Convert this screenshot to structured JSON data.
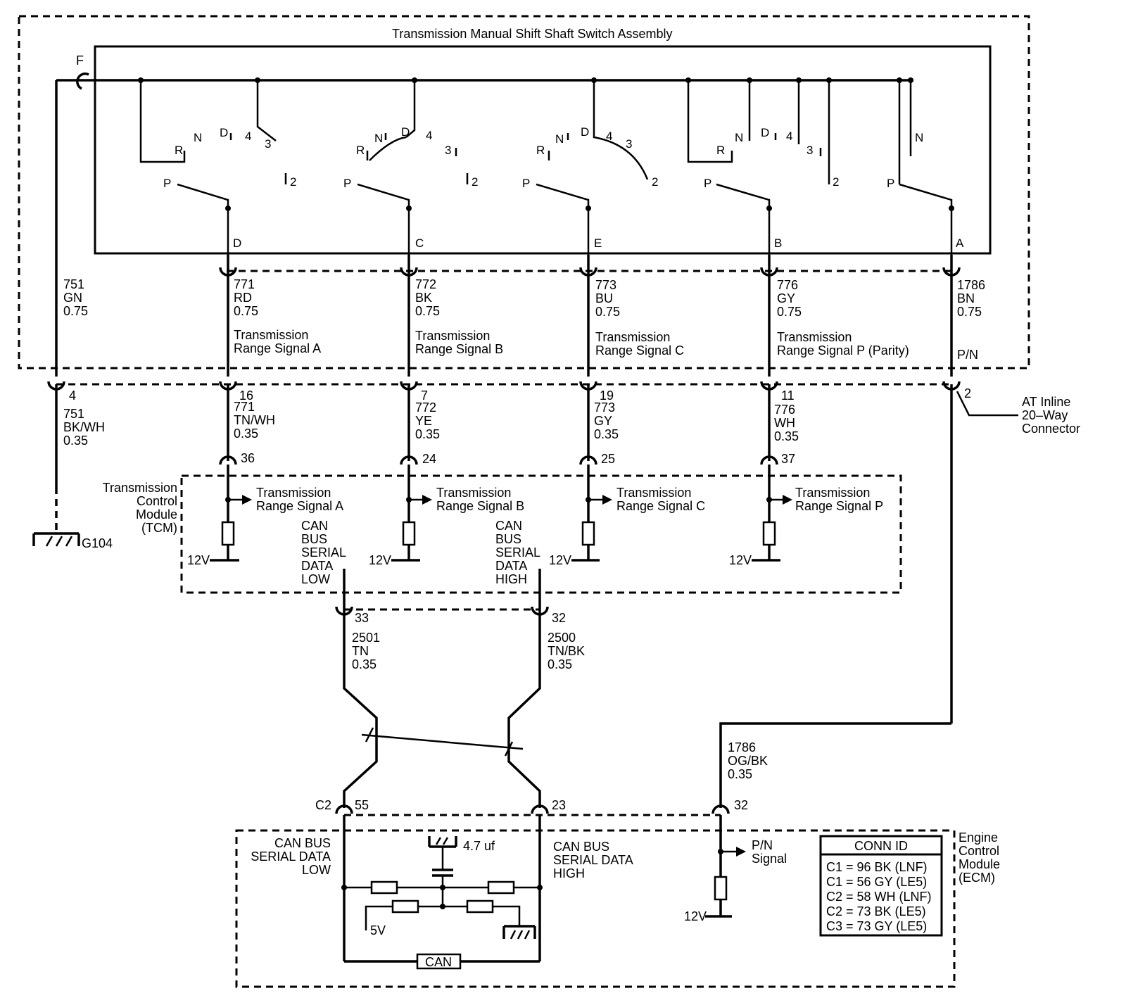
{
  "switch_assembly": {
    "title": "Transmission Manual Shift Shaft Switch Assembly",
    "feed_terminal": "F",
    "positions": {
      "p": "P",
      "r": "R",
      "n": "N",
      "d": "D",
      "four": "4",
      "three": "3",
      "two": "2"
    },
    "terminals": [
      "D",
      "C",
      "E",
      "B",
      "A"
    ]
  },
  "wires_top": [
    {
      "circuit": "751",
      "color": "GN",
      "gauge": "0.75"
    },
    {
      "circuit": "771",
      "color": "RD",
      "gauge": "0.75",
      "signal_line1": "Transmission",
      "signal_line2": "Range Signal A"
    },
    {
      "circuit": "772",
      "color": "BK",
      "gauge": "0.75",
      "signal_line1": "Transmission",
      "signal_line2": "Range Signal B"
    },
    {
      "circuit": "773",
      "color": "BU",
      "gauge": "0.75",
      "signal_line1": "Transmission",
      "signal_line2": "Range Signal C"
    },
    {
      "circuit": "776",
      "color": "GY",
      "gauge": "0.75",
      "signal_line1": "Transmission",
      "signal_line2": "Range Signal P (Parity)"
    },
    {
      "circuit": "1786",
      "color": "BN",
      "gauge": "0.75",
      "signal_line1": "P/N"
    }
  ],
  "inline_connector": {
    "label_line1": "AT Inline",
    "label_line2": "20–Way",
    "label_line3": "Connector",
    "pins": [
      "4",
      "16",
      "7",
      "19",
      "11",
      "2"
    ]
  },
  "wires_mid": [
    {
      "circuit": "751",
      "color": "BK/WH",
      "gauge": "0.35"
    },
    {
      "circuit": "771",
      "color": "TN/WH",
      "gauge": "0.35"
    },
    {
      "circuit": "772",
      "color": "YE",
      "gauge": "0.35"
    },
    {
      "circuit": "773",
      "color": "GY",
      "gauge": "0.35"
    },
    {
      "circuit": "776",
      "color": "WH",
      "gauge": "0.35"
    }
  ],
  "ground": {
    "label": "G104"
  },
  "tcm": {
    "name_line1": "Transmission",
    "name_line2": "Control",
    "name_line3": "Module",
    "name_line4": "(TCM)",
    "pins": [
      "36",
      "24",
      "25",
      "37"
    ],
    "signals": [
      {
        "line1": "Transmission",
        "line2": "Range Signal A"
      },
      {
        "line1": "Transmission",
        "line2": "Range Signal B"
      },
      {
        "line1": "Transmission",
        "line2": "Range Signal C"
      },
      {
        "line1": "Transmission",
        "line2": "Range Signal P"
      }
    ],
    "supply": "12V",
    "can_low": [
      "CAN",
      "BUS",
      "SERIAL",
      "DATA",
      "LOW"
    ],
    "can_high": [
      "CAN",
      "BUS",
      "SERIAL",
      "DATA",
      "HIGH"
    ],
    "can_low_pin": "33",
    "can_high_pin": "32"
  },
  "can_wires": [
    {
      "circuit": "2501",
      "color": "TN",
      "gauge": "0.35"
    },
    {
      "circuit": "2500",
      "color": "TN/BK",
      "gauge": "0.35"
    }
  ],
  "pn_wire": {
    "circuit": "1786",
    "color": "OG/BK",
    "gauge": "0.35"
  },
  "ecm": {
    "name_line1": "Engine",
    "name_line2": "Control",
    "name_line3": "Module",
    "name_line4": "(ECM)",
    "connector": "C2",
    "pins": [
      "55",
      "23",
      "32"
    ],
    "can_low_line1": "CAN BUS",
    "can_low_line2": "SERIAL DATA",
    "can_low_line3": "LOW",
    "can_high_line1": "CAN BUS",
    "can_high_line2": "SERIAL DATA",
    "can_high_line3": "HIGH",
    "capacitor": "4.7 uf",
    "supply_5v": "5V",
    "can_block": "CAN",
    "pn_signal_line1": "P/N",
    "pn_signal_line2": "Signal",
    "supply": "12V"
  },
  "conn_id": {
    "title": "CONN ID",
    "rows": [
      "C1 = 96 BK (LNF)",
      "C1 = 56 GY (LE5)",
      "C2 = 58 WH (LNF)",
      "C2 = 73 BK (LE5)",
      "C3 = 73 GY (LE5)"
    ]
  }
}
